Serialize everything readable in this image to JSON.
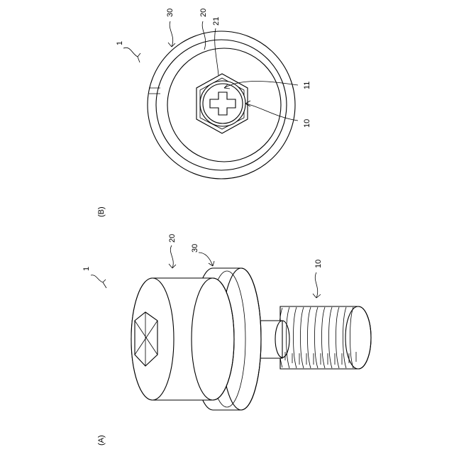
{
  "figure": {
    "view_a": {
      "caption": "(A)",
      "refs": {
        "assembly": "1",
        "threaded_shaft": "10",
        "bolt_head": "20",
        "washer": "30"
      }
    },
    "view_b": {
      "caption": "(B)",
      "refs": {
        "assembly": "1",
        "threaded_shaft": "10",
        "cross_recess": "11",
        "bolt_head": "20",
        "hex_socket": "21",
        "washer": "30"
      }
    }
  }
}
